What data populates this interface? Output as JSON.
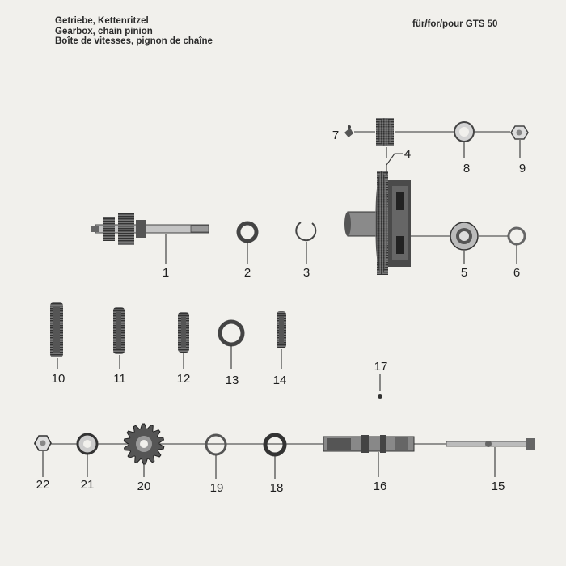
{
  "header": {
    "title_lines": [
      "Getriebe, Kettenritzel",
      "Gearbox, chain pinion",
      "Boîte de vitesses, pignon de chaîne"
    ],
    "model": "für/for/pour GTS 50"
  },
  "parts": {
    "p1": "1",
    "p2": "2",
    "p3": "3",
    "p4": "4",
    "p5": "5",
    "p6": "6",
    "p7": "7",
    "p8": "8",
    "p9": "9",
    "p10": "10",
    "p11": "11",
    "p12": "12",
    "p13": "13",
    "p14": "14",
    "p15": "15",
    "p16": "16",
    "p17": "17",
    "p18": "18",
    "p19": "19",
    "p20": "20",
    "p21": "21",
    "p22": "22"
  }
}
